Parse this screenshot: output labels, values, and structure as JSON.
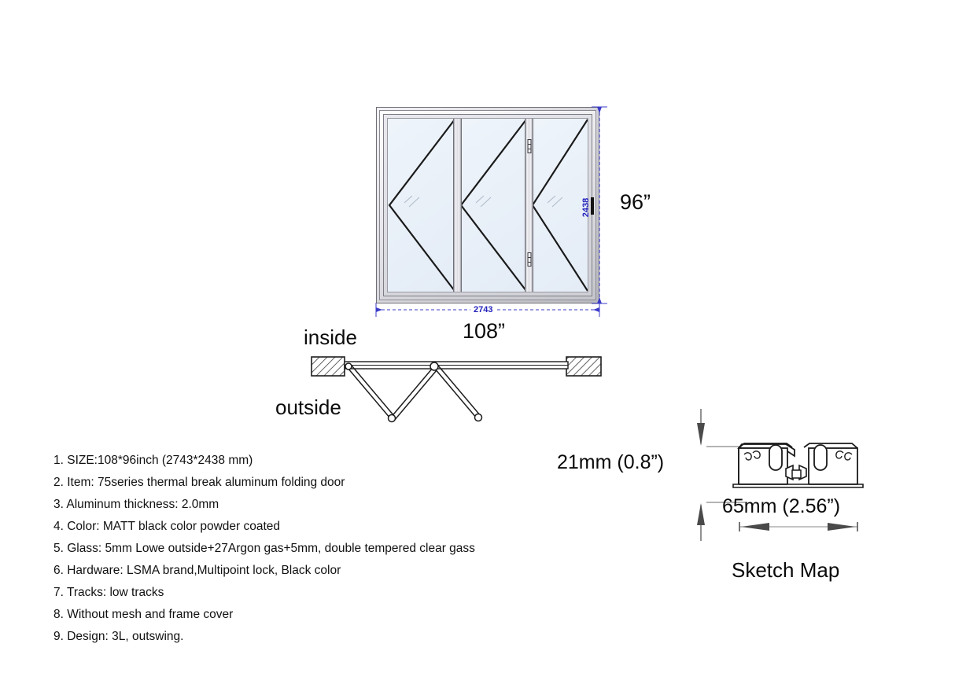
{
  "drawing": {
    "title": "Aluminum Folding Door Specification Drawing",
    "colors": {
      "dimension_blue": "#2222bb",
      "ink_black": "#0a0a0a",
      "glass_fill": "#eaf1f8",
      "aluminum_light": "#f2f2f4",
      "aluminum_dark": "#b9b9c0"
    }
  },
  "elevation": {
    "name": "front-elevation",
    "panels": 3,
    "width_dim_mm": "2743",
    "width_dim_inch": "108”",
    "height_dim_mm": "2438",
    "height_dim_inch": "96”",
    "hardware": {
      "handle": "door-handle",
      "lock": "multipoint-lock"
    }
  },
  "plan": {
    "name": "plan-section-view",
    "label_inside": "inside",
    "label_outside": "outside",
    "fold_config": "3L outswing zigzag"
  },
  "specs": {
    "items": [
      "1. SIZE:108*96inch (2743*2438 mm)",
      "2. Item: 75series thermal break aluminum folding door",
      "3. Aluminum thickness: 2.0mm",
      "4. Color: MATT black color powder coated",
      "5. Glass: 5mm Lowe outside+27Argon gas+5mm, double tempered clear gass",
      "6. Hardware: LSMA brand,Multipoint lock, Black color",
      "7. Tracks: low tracks",
      "8. Without mesh and frame cover",
      "9. Design: 3L, outswing."
    ]
  },
  "sketch_map": {
    "title": "Sketch Map",
    "height_label": "21mm (0.8”)",
    "width_label": "65mm (2.56”)",
    "description": "low track aluminum profile cross-section"
  }
}
